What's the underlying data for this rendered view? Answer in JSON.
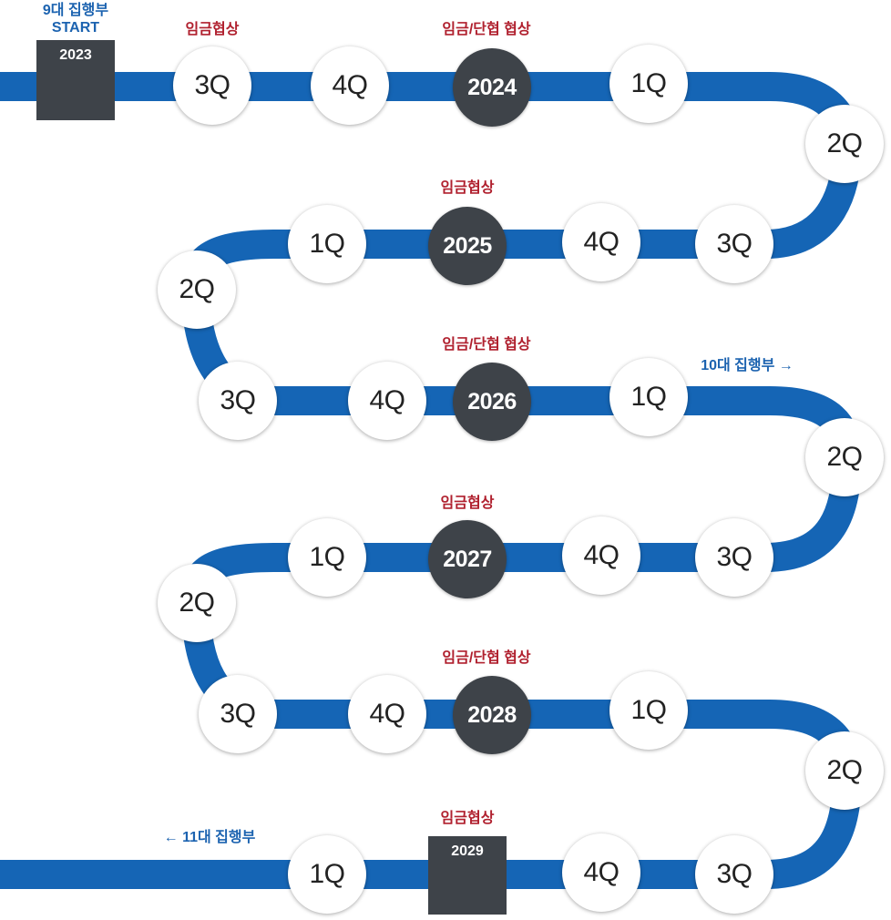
{
  "colors": {
    "track": "#1565b5",
    "year_fill": "#3e4349",
    "label_red": "#b0202e",
    "label_blue": "#1c63b0"
  },
  "start": {
    "line1": "9대 집행부",
    "line2": "START",
    "year": "2023"
  },
  "end": {
    "year": "2029",
    "next_label": "← 11대 집행부"
  },
  "mid_label": "10대 집행부 →",
  "labels": {
    "wage": "임금협상",
    "wage_collective": "임금/단협 협상"
  },
  "quarters": {
    "q1": "1Q",
    "q2": "2Q",
    "q3": "3Q",
    "q4": "4Q"
  },
  "years": {
    "y2024": "2024",
    "y2025": "2025",
    "y2026": "2026",
    "y2027": "2027",
    "y2028": "2028"
  }
}
